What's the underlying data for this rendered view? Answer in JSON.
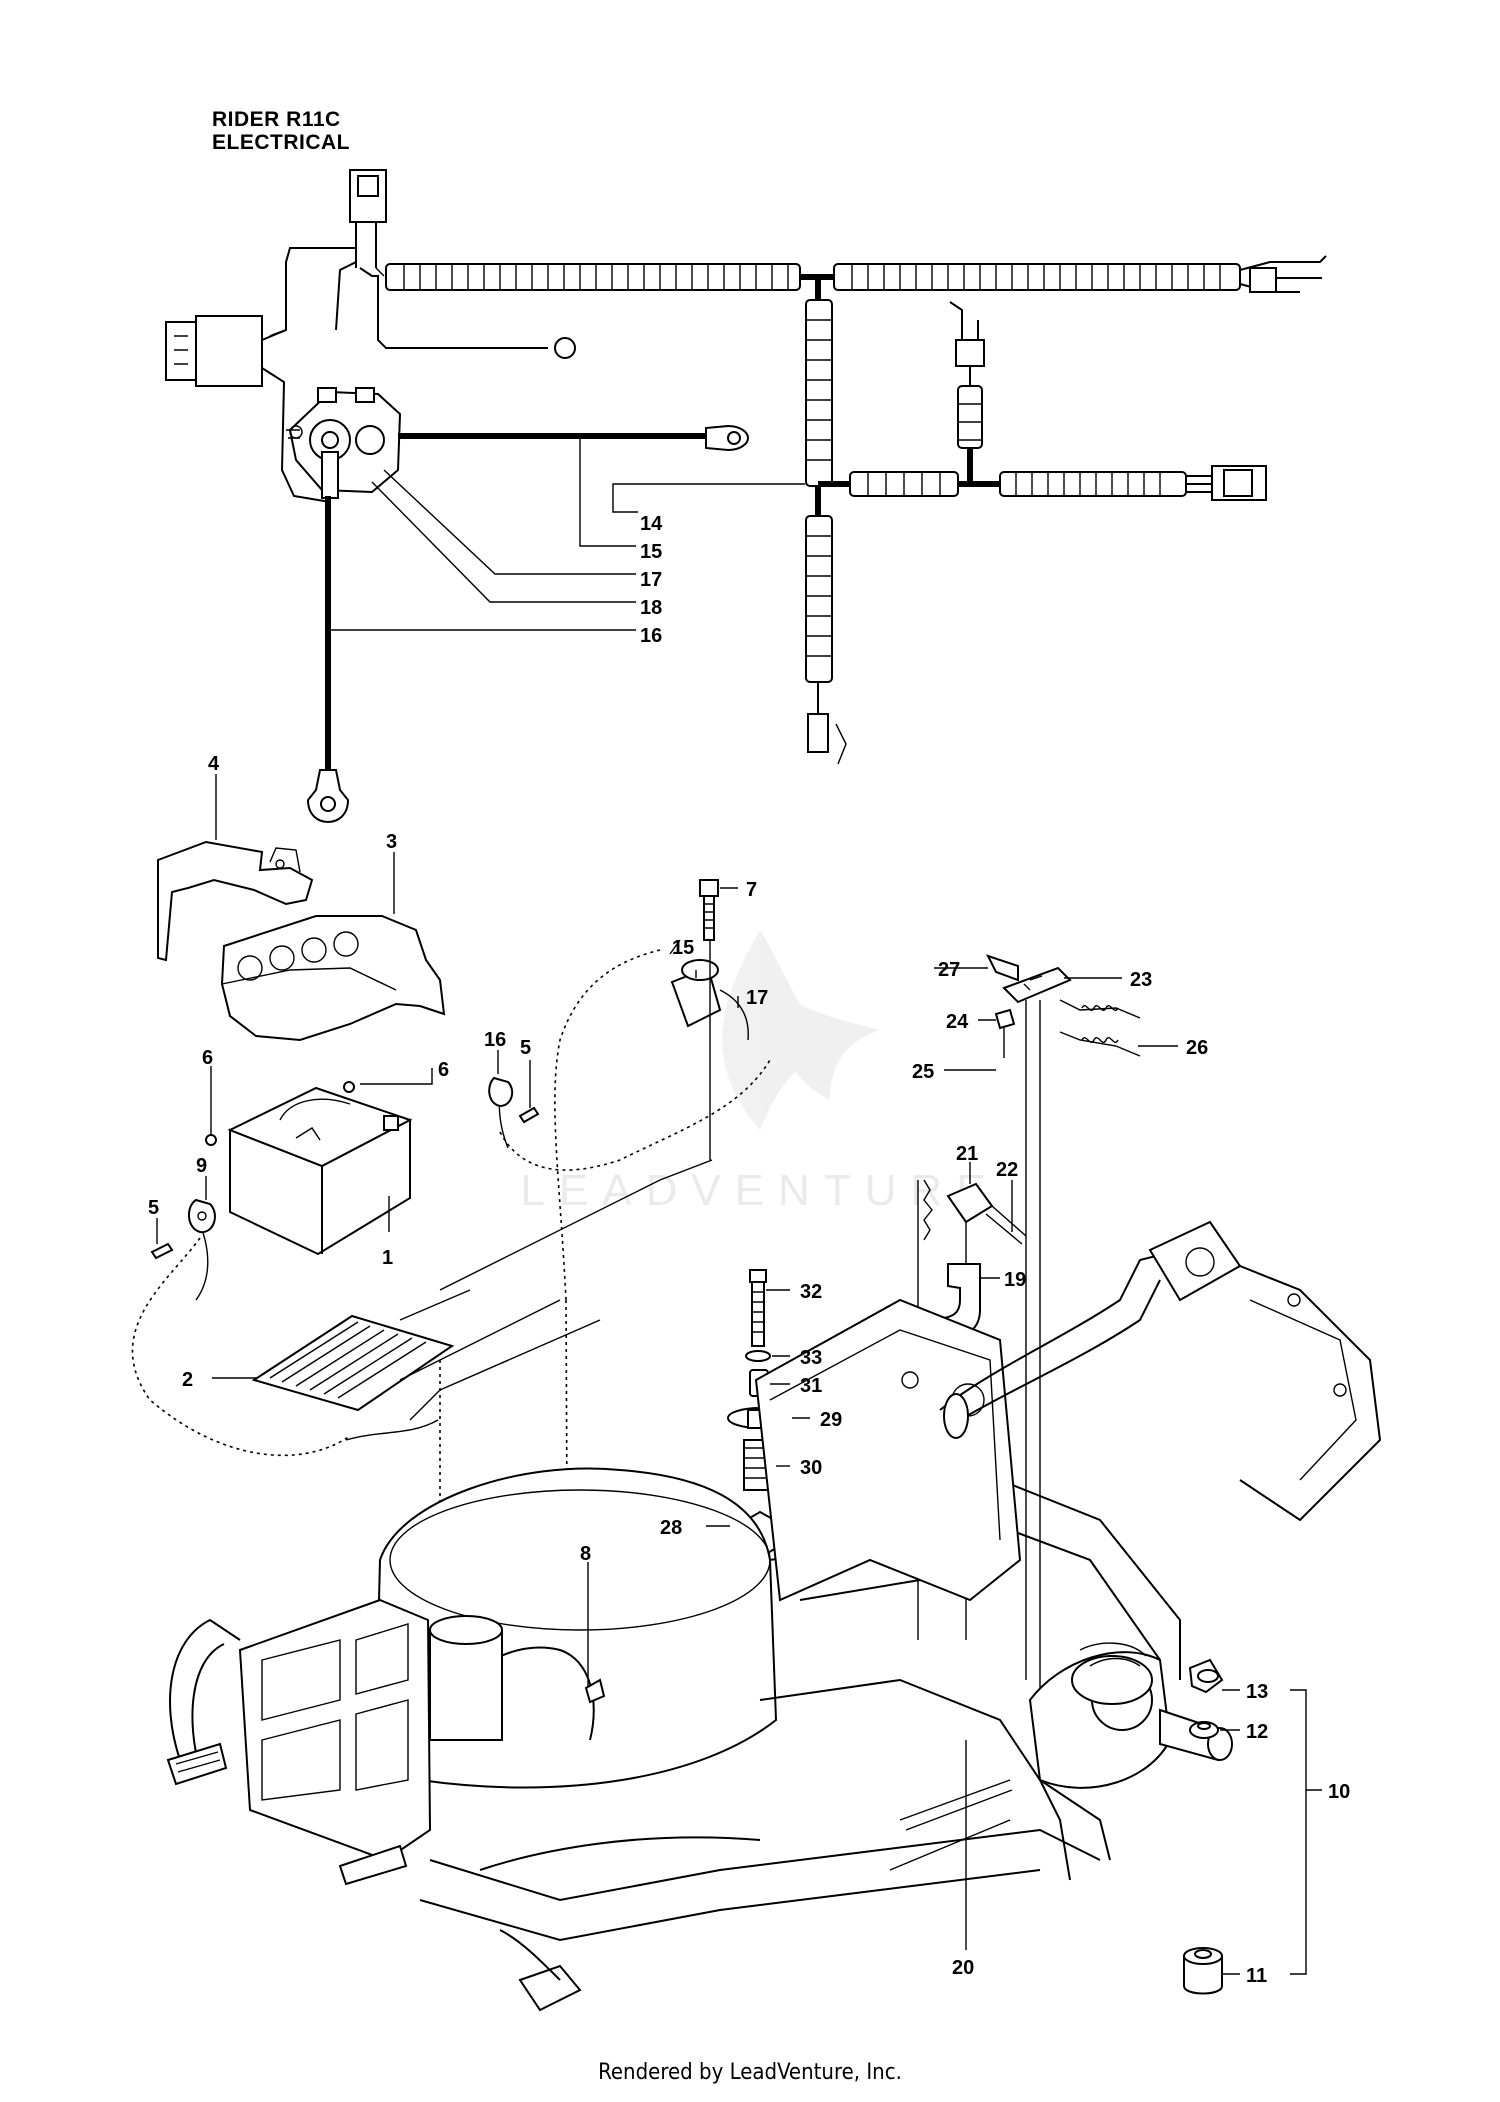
{
  "title": {
    "line1": "RIDER R11C",
    "line2": "ELECTRICAL"
  },
  "watermark": "LEADVENTURE",
  "footer": "Rendered by LeadVenture, Inc.",
  "callouts": {
    "p1": "1",
    "p2": "2",
    "p3": "3",
    "p4": "4",
    "p5a": "5",
    "p5b": "5",
    "p6a": "6",
    "p6b": "6",
    "p7": "7",
    "p8": "8",
    "p9": "9",
    "p10": "10",
    "p11": "11",
    "p12": "12",
    "p13": "13",
    "p14": "14",
    "p15a": "15",
    "p15b": "15",
    "p16a": "16",
    "p16b": "16",
    "p17a": "17",
    "p17b": "17",
    "p18": "18",
    "p19": "19",
    "p20": "20",
    "p21": "21",
    "p22": "22",
    "p23": "23",
    "p24": "24",
    "p25": "25",
    "p26": "26",
    "p27": "27",
    "p28": "28",
    "p29": "29",
    "p30": "30",
    "p31": "31",
    "p32": "32",
    "p33": "33"
  }
}
